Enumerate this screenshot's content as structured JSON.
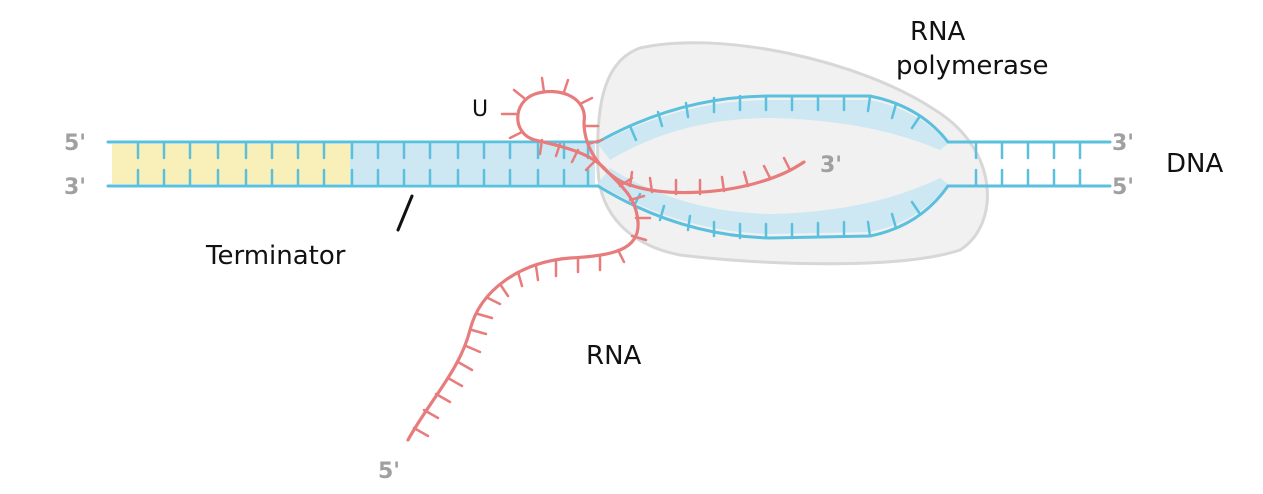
{
  "labels": {
    "rna_polymerase_line1": "RNA",
    "rna_polymerase_line2": "polymerase",
    "dna": "DNA",
    "terminator": "Terminator",
    "rna": "RNA",
    "hairpin_mark": "U"
  },
  "ends": {
    "top_left": "5'",
    "bottom_left": "3'",
    "top_right": "3'",
    "bottom_right": "5'",
    "rna_3prime": "3'",
    "rna_5prime": "5'"
  },
  "colors": {
    "dna_strand": "#5bc0de",
    "dna_fill": "#cde8f2",
    "terminator_fill": "#f8f0b8",
    "rna_strand": "#e87c7c",
    "polymerase_fill": "#f1f1f1",
    "polymerase_outline": "#d7d7d7",
    "end_label": "#a0a0a0",
    "text": "#111111"
  }
}
